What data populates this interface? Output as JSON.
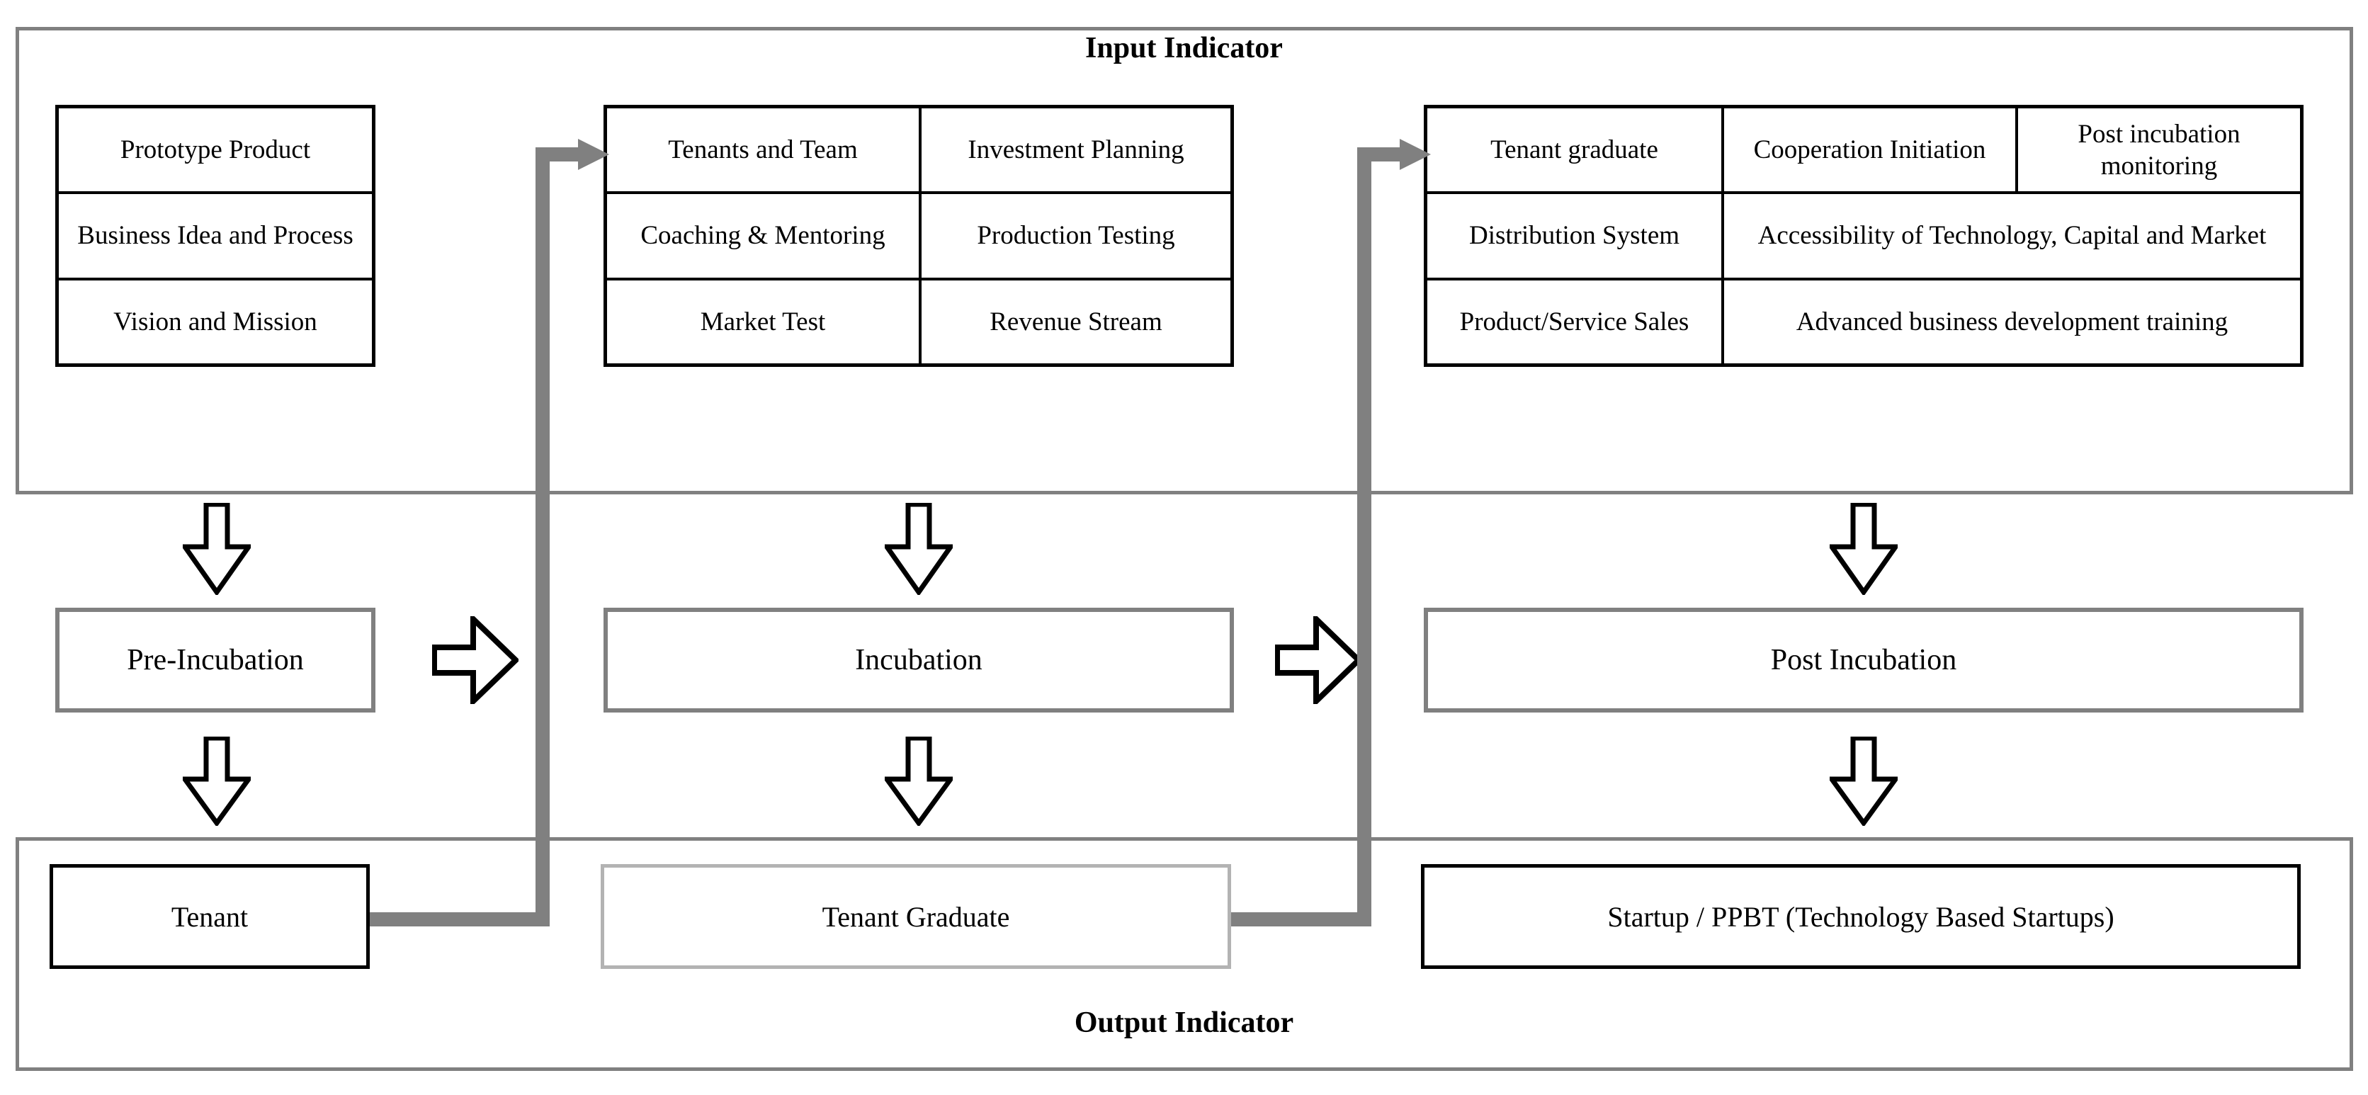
{
  "diagram": {
    "input_frame_title": "Input Indicator",
    "output_frame_title": "Output Indicator"
  },
  "input_tables": [
    {
      "id": "pre",
      "rows": [
        [
          "Prototype Product"
        ],
        [
          "Business Idea and Process"
        ],
        [
          "Vision and Mission"
        ]
      ]
    },
    {
      "id": "incubation",
      "rows": [
        [
          "Tenants and Team",
          "Investment Planning"
        ],
        [
          "Coaching & Mentoring",
          "Production Testing"
        ],
        [
          "Market Test",
          "Revenue Stream"
        ]
      ]
    },
    {
      "id": "post",
      "rows": [
        [
          "Tenant graduate",
          "Cooperation Initiation",
          "Post incubation monitoring"
        ],
        [
          "Distribution System",
          "Accessibility of Technology, Capital and Market"
        ],
        [
          "Product/Service Sales",
          "Advanced business development training"
        ]
      ]
    }
  ],
  "stages": [
    {
      "id": "pre",
      "label": "Pre-Incubation"
    },
    {
      "id": "inc",
      "label": "Incubation"
    },
    {
      "id": "post",
      "label": "Post Incubation"
    }
  ],
  "outputs": [
    {
      "id": "tenant",
      "label": "Tenant"
    },
    {
      "id": "graduate",
      "label": "Tenant Graduate"
    },
    {
      "id": "startup",
      "label": "Startup / PPBT (Technology Based Startups)"
    }
  ],
  "arrows": {
    "down": [
      "input-to-pre",
      "input-to-incubation",
      "input-to-post",
      "pre-to-tenant",
      "incubation-to-graduate",
      "post-to-startup"
    ],
    "right": [
      "pre-to-incubation",
      "incubation-to-post"
    ],
    "feedback": [
      "tenant-to-incubation-inputs",
      "graduate-to-post-inputs"
    ]
  },
  "colors": {
    "frame_gray": "#808080",
    "box_black": "#000000",
    "light_gray_border": "#b3b3b3",
    "connector_gray": "#808080",
    "background": "#ffffff"
  }
}
